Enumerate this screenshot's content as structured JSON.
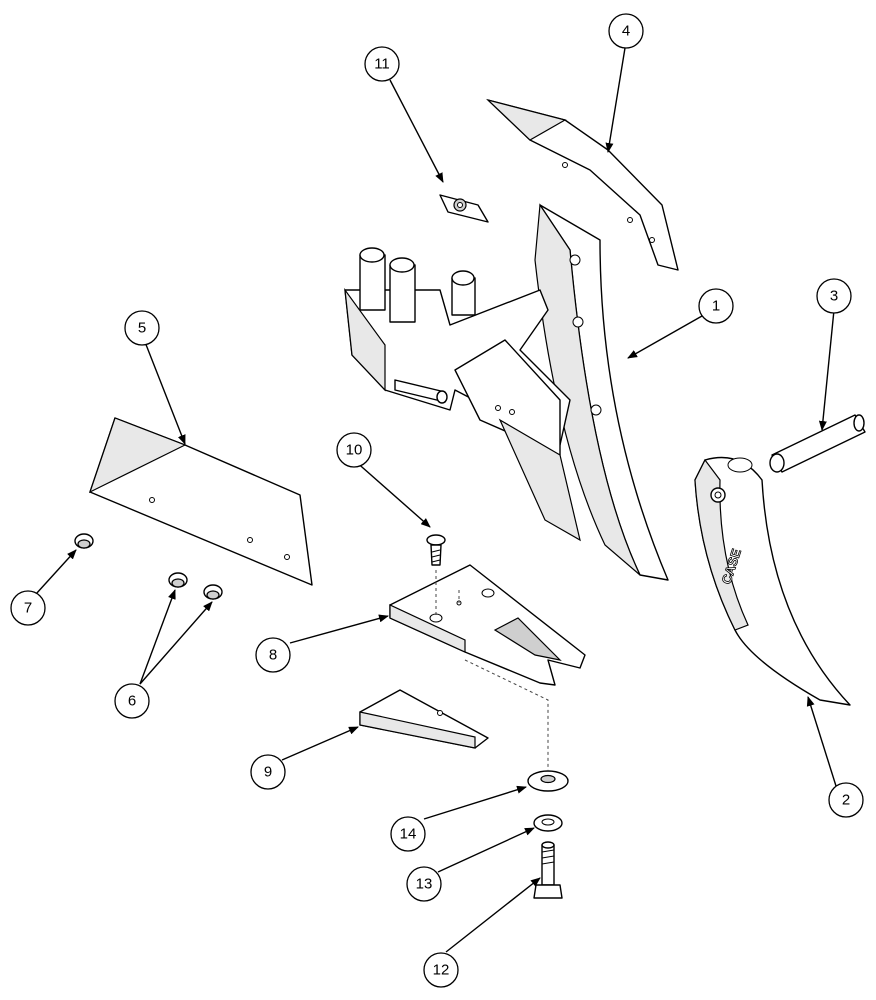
{
  "callouts": [
    {
      "id": "1",
      "text": "1"
    },
    {
      "id": "2",
      "text": "2"
    },
    {
      "id": "3",
      "text": "3"
    },
    {
      "id": "4",
      "text": "4"
    },
    {
      "id": "5",
      "text": "5"
    },
    {
      "id": "6",
      "text": "6"
    },
    {
      "id": "7",
      "text": "7"
    },
    {
      "id": "8",
      "text": "8"
    },
    {
      "id": "9",
      "text": "9"
    },
    {
      "id": "10",
      "text": "10"
    },
    {
      "id": "11",
      "text": "11"
    },
    {
      "id": "12",
      "text": "12"
    },
    {
      "id": "13",
      "text": "13"
    },
    {
      "id": "14",
      "text": "14"
    }
  ],
  "brand_mark": "CASE"
}
